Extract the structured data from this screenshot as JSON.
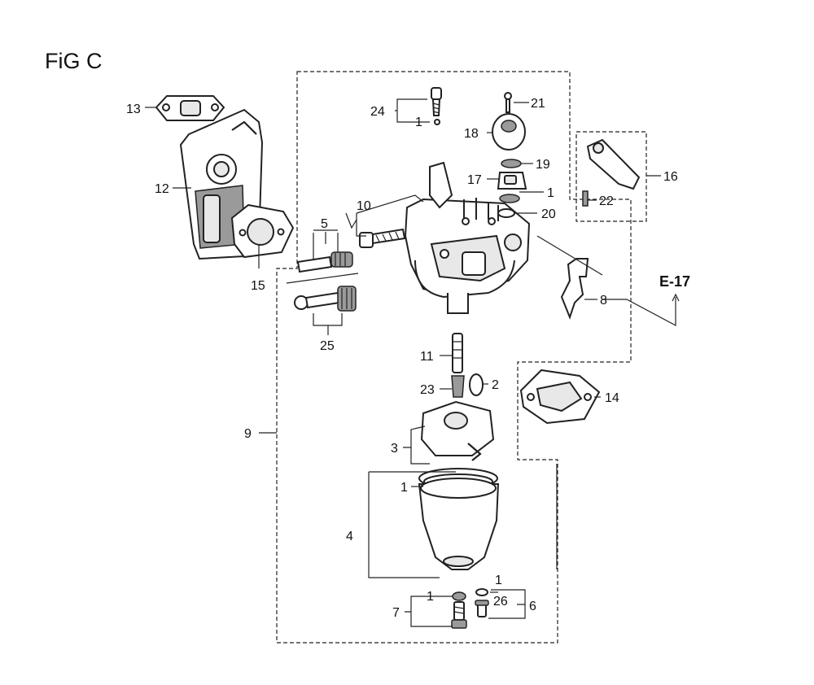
{
  "figure": {
    "title": "FiG C"
  },
  "callouts": {
    "c1": "1",
    "c2": "2",
    "c3": "3",
    "c4": "4",
    "c5": "5",
    "c6": "6",
    "c7": "7",
    "c8": "8",
    "c9": "9",
    "c10": "10",
    "c11": "11",
    "c12": "12",
    "c13": "13",
    "c14": "14",
    "c15": "15",
    "c16": "16",
    "c17": "17",
    "c18": "18",
    "c19": "19",
    "c20": "20",
    "c21": "21",
    "c22": "22",
    "c23": "23",
    "c24": "24",
    "c25": "25",
    "c26": "26"
  },
  "reference": {
    "label": "E-17"
  }
}
